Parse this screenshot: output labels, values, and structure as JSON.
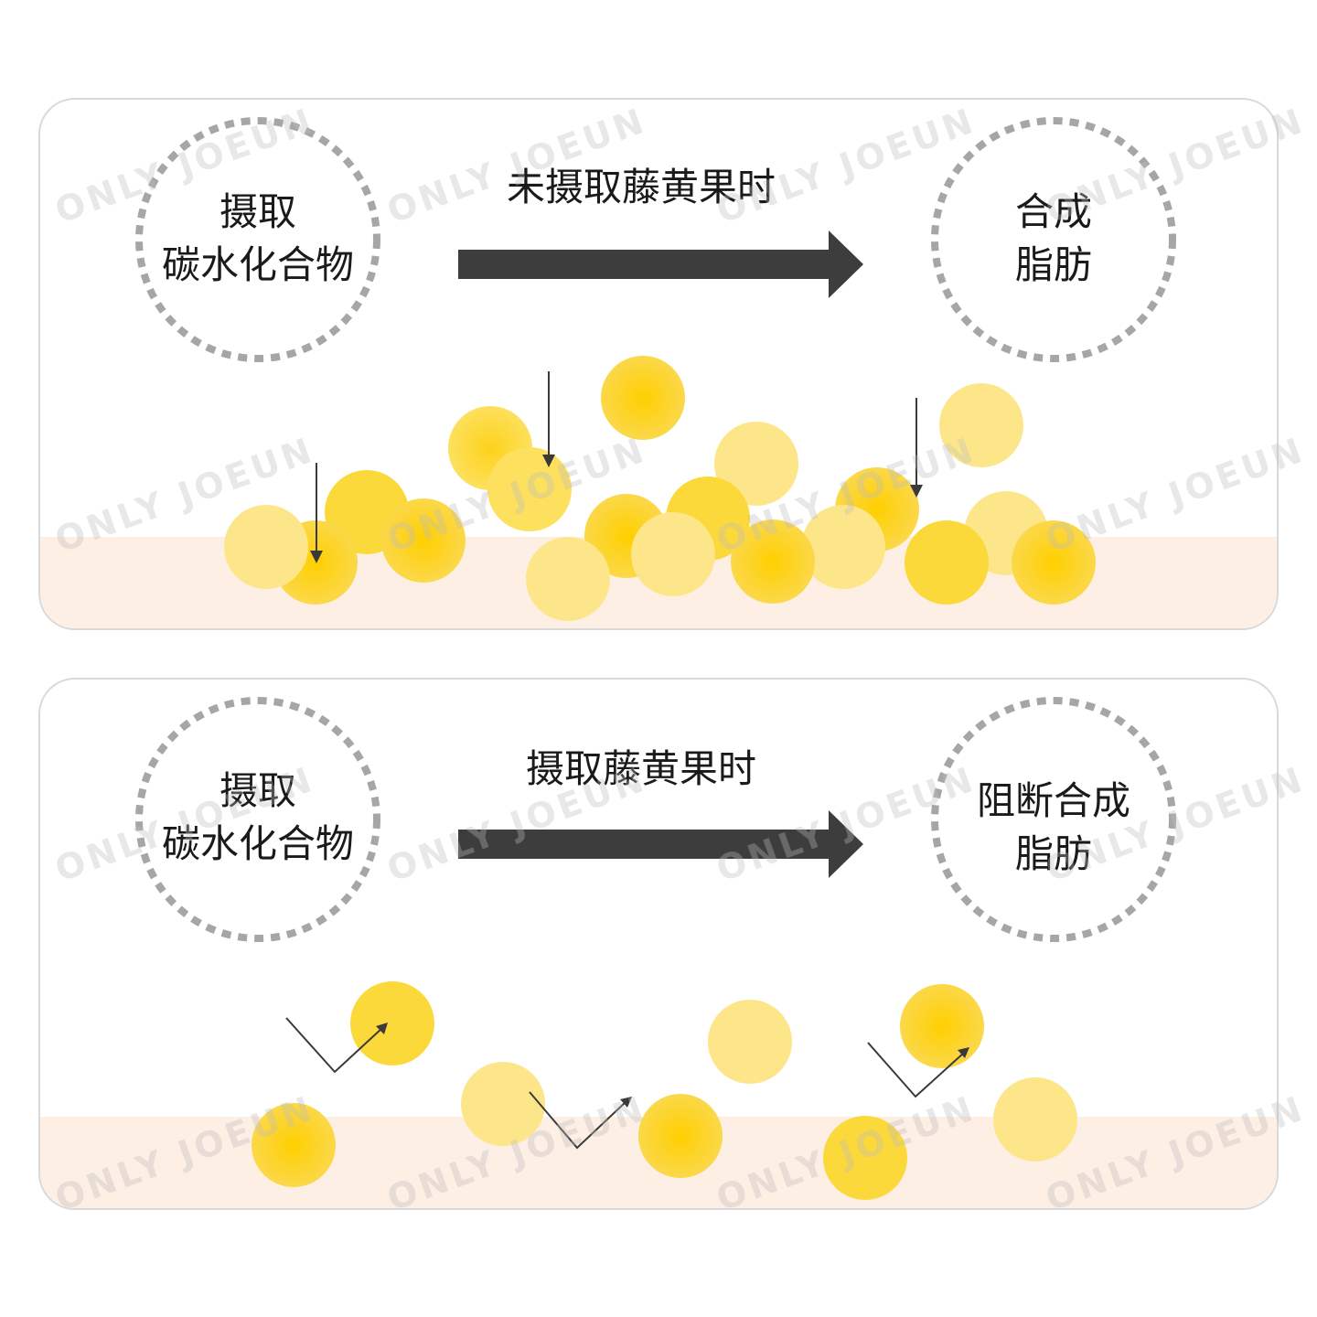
{
  "watermark": "ONLY JOEUN",
  "colors": {
    "ball_strong": "#fbc800",
    "ball_light": "#fde68a",
    "arrow": "#3d3d3d",
    "ground": "#fdefe4",
    "dash": "#a6a6a6"
  },
  "panels": [
    {
      "left_text": [
        "摄取",
        "碳水化合物"
      ],
      "arrow_caption": "未摄取藤黄果时",
      "right_text": [
        "合成",
        "脂肪"
      ]
    },
    {
      "left_text": [
        "摄取",
        "碳水化合物"
      ],
      "arrow_caption": "摄取藤黄果时",
      "right_text": [
        "阻断合成",
        "脂肪"
      ]
    }
  ]
}
